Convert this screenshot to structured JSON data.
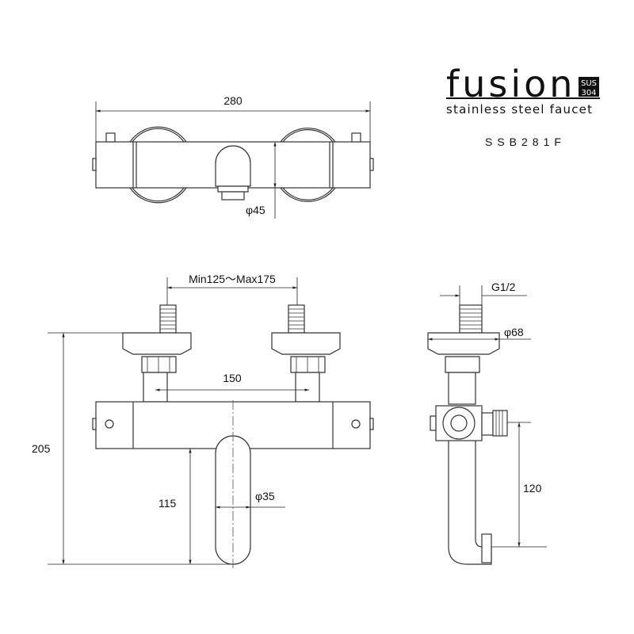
{
  "brand": {
    "logo": "fusion",
    "badge_top": "SUS",
    "badge_bottom": "304",
    "tagline": "stainless steel faucet",
    "model": "SSB281F"
  },
  "dimensions": {
    "top_width": "280",
    "top_diameter": "φ45",
    "inlet_spacing": "Min125～Max175",
    "center_spacing": "150",
    "total_height": "205",
    "spout_height": "115",
    "spout_diameter": "φ35",
    "thread": "G1/2",
    "flange_diameter": "φ68",
    "side_height": "120"
  }
}
